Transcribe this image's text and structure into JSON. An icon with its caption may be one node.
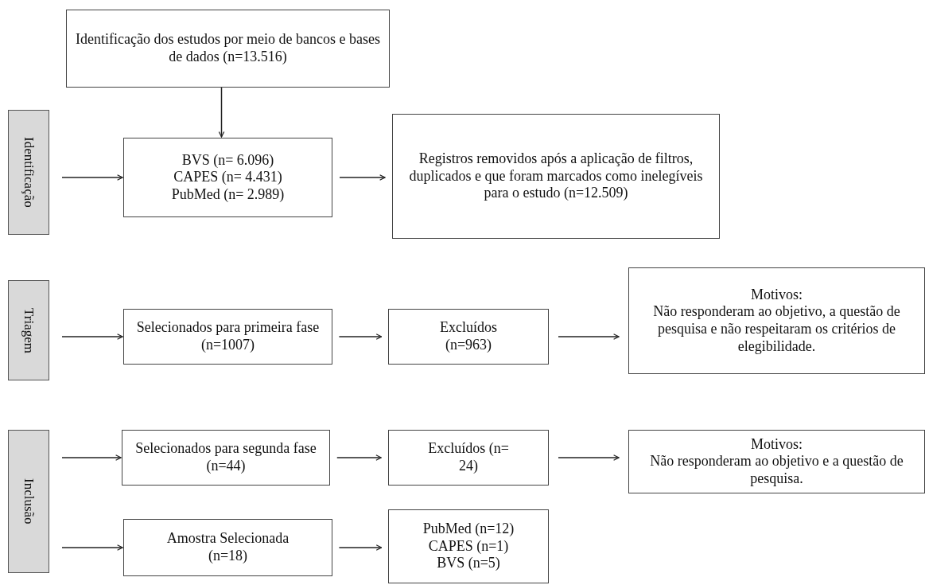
{
  "diagram": {
    "nodes": [
      {
        "text": [
          "Identificação dos estudos por meio de bancos e bases de dados (n=13.516)"
        ]
      },
      {
        "text": [
          "Identificação"
        ]
      },
      {
        "text": [
          "BVS (n= 6.096)",
          "CAPES (n= 4.431)",
          "PubMed (n= 2.989)"
        ]
      },
      {
        "text": [
          "Registros removidos após a aplicação de filtros, duplicados e que foram marcados como inelegíveis para o estudo (n=12.509)"
        ]
      },
      {
        "text": [
          "Triagem"
        ]
      },
      {
        "text": [
          "Selecionados para primeira fase (n=1007)"
        ]
      },
      {
        "text": [
          "Excluídos (n=963)"
        ]
      },
      {
        "text": [
          "Motivos:",
          "Não responderam ao objetivo, a questão de pesquisa e não respeitaram os critérios de elegibilidade."
        ]
      },
      {
        "text": [
          "Inclusão"
        ]
      },
      {
        "text": [
          "Selecionados para segunda fase (n=44)"
        ]
      },
      {
        "text": [
          "Excluídos (n= 24)"
        ]
      },
      {
        "text": [
          "Motivos:",
          "Não responderam ao objetivo e a questão de pesquisa."
        ]
      },
      {
        "text": [
          "Amostra Selecionada (n=18)"
        ]
      },
      {
        "text": [
          "PubMed (n=12)",
          "CAPES (n=1)",
          "BVS (n=5)"
        ]
      }
    ],
    "edges": [
      {
        "from": 0,
        "to": 2,
        "arrow": "to"
      },
      {
        "from": null,
        "to": 2,
        "arrow": "to"
      },
      {
        "from": 2,
        "to": 3,
        "arrow": "to"
      },
      {
        "from": null,
        "to": 5,
        "arrow": "to"
      },
      {
        "from": 5,
        "to": 6,
        "arrow": "to"
      },
      {
        "from": 6,
        "to": 7,
        "arrow": "to"
      },
      {
        "from": null,
        "to": 9,
        "arrow": "to"
      },
      {
        "from": 9,
        "to": 10,
        "arrow": "to"
      },
      {
        "from": 10,
        "to": 11,
        "arrow": "to"
      },
      {
        "from": null,
        "to": 12,
        "arrow": "to"
      },
      {
        "from": 12,
        "to": 13,
        "arrow": "to"
      }
    ]
  }
}
